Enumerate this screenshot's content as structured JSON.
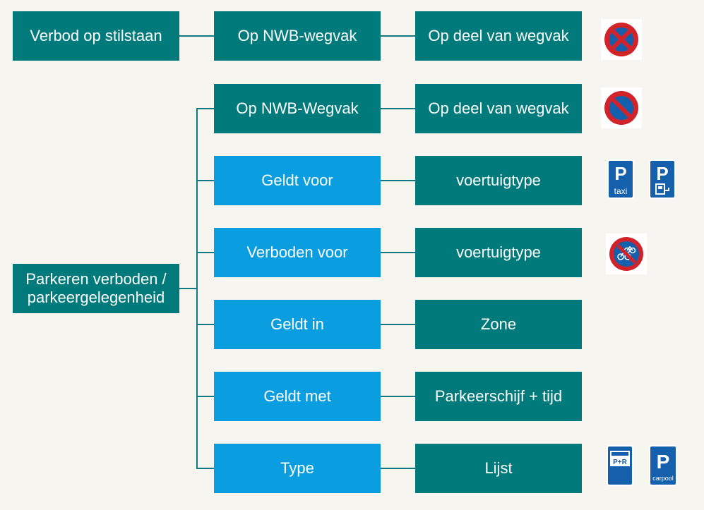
{
  "colors": {
    "teal": "#007a7a",
    "blue": "#0a9ee0",
    "connector": "#127a80",
    "background": "#f7f5ef",
    "sign_red": "#d2232a",
    "sign_blue": "#1560ad"
  },
  "top_row": {
    "root": "Verbod op stilstaan",
    "level1": "Op NWB-wegvak",
    "level2": "Op deel van wegvak",
    "sign_icon": "no-stopping-sign-icon"
  },
  "tree": {
    "root": "Parkeren verboden / parkeergelegenheid",
    "rows": [
      {
        "label": "Op NWB-Wegvak",
        "value": "Op deel van wegvak",
        "sign_icons": [
          "no-parking-sign-icon"
        ]
      },
      {
        "label": "Geldt voor",
        "value": "voertuigtype",
        "sign_icons": [
          "parking-taxi-sign-icon",
          "parking-ev-charging-sign-icon"
        ]
      },
      {
        "label": "Verboden voor",
        "value": "voertuigtype",
        "sign_icons": [
          "no-parking-bicycles-sign-icon"
        ]
      },
      {
        "label": "Geldt in",
        "value": "Zone",
        "sign_icons": []
      },
      {
        "label": "Geldt met",
        "value": "Parkeerschijf + tijd",
        "sign_icons": []
      },
      {
        "label": "Type",
        "value": "Lijst",
        "sign_icons": [
          "park-and-ride-sign-icon",
          "parking-carpool-sign-icon"
        ]
      }
    ]
  },
  "sign_text": {
    "taxi": "taxi",
    "p": "P",
    "p_plus_r": "P+R",
    "carpool": "carpool"
  }
}
